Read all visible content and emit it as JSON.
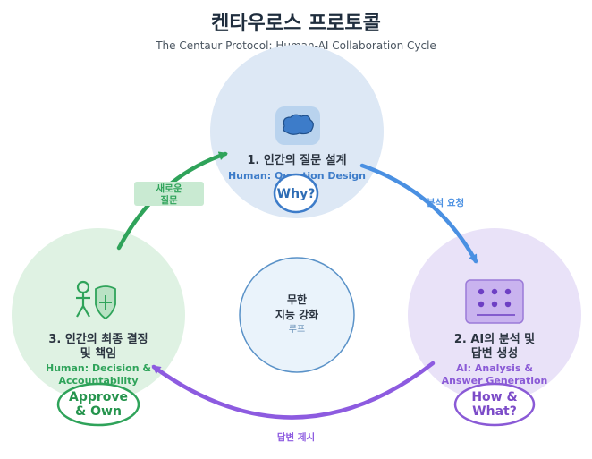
{
  "header": {
    "title": "켄타우로스 프로토콜",
    "subtitle": "The Centaur Protocol: Human-AI Collaboration Cycle"
  },
  "nodes": {
    "question_design": {
      "title": "1. 인간의 질문 설계",
      "subtitle": "Human: Question Design",
      "pill": "Why?",
      "icon": "brain-icon",
      "color": "#3d7cc9"
    },
    "ai_analysis": {
      "title_line1": "2. AI의 분석 및",
      "title_line2": "답변 생성",
      "subtitle_line1": "AI: Analysis &",
      "subtitle_line2": "Answer Generation",
      "pill_line1": "How &",
      "pill_line2": "What?",
      "icon": "processor-icon",
      "color": "#8a5ad6"
    },
    "human_decision": {
      "title_line1": "3. 인간의 최종 결정",
      "title_line2": "및 책임",
      "subtitle_line1": "Human: Decision &",
      "subtitle_line2": "Accountability",
      "pill_line1": "Approve",
      "pill_line2": "& Own",
      "icon": "person-shield-icon",
      "color": "#2fa35a"
    }
  },
  "center": {
    "line1": "무한",
    "line2": "지능 강화",
    "line3": "루프"
  },
  "arrows": {
    "analysis_request": "분석 요청",
    "answer_presented": "답변 제시",
    "new_question_line1": "새로운",
    "new_question_line2": "질문"
  }
}
